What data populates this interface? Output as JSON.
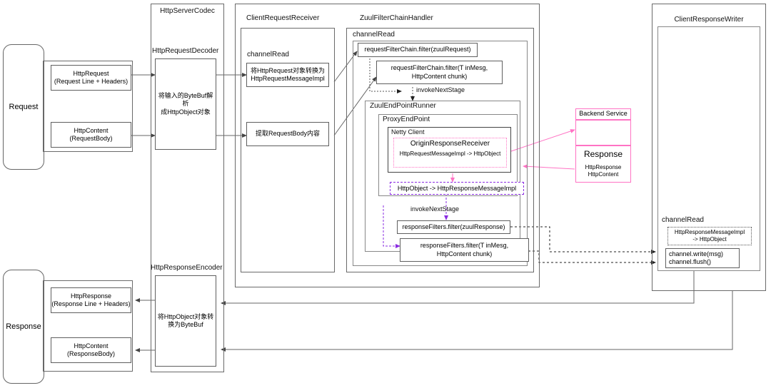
{
  "diagram": {
    "title": "Zuul Netty request/response pipeline",
    "colors": {
      "stroke": "#666666",
      "pink": "#ff73c4",
      "purple": "#8a2be2",
      "dashed_gray": "#555555"
    }
  },
  "request_side": {
    "request_label": "Request",
    "http_request": "HttpRequest\n(Request Line + Headers)",
    "http_content": "HttpContent\n(RequestBody)"
  },
  "response_side": {
    "response_label": "Response",
    "http_response": "HttpResponse\n(Response Line + Headers)",
    "http_content": "HttpContent\n(ResponseBody)"
  },
  "http_server_codec": {
    "title": "HttpServerCodec",
    "request_decoder_title": "HttpRequestDecoder",
    "request_decoder_body": "将输入的ByteBuf解析\n成HttpObject对象",
    "response_encoder_title": "HttpResponseEncoder",
    "response_encoder_body": "将HttpObject对象转\n换为ByteBuf"
  },
  "client_request_receiver": {
    "title": "ClientRequestReceiver",
    "channel_read": "channelRead",
    "convert_box": "将HttpRequest对象转换为\nHttpRequestMessageImpl",
    "extract_box": "提取RequestBody内容"
  },
  "zuul_filter_chain_handler": {
    "title": "ZuulFilterChainHandler",
    "channel_read": "channelRead",
    "request_filter_1": "requestFilterChain.filter(zuulRequest)",
    "request_filter_2": "requestFilterChain.filter(T inMesg,\nHttpContent chunk)",
    "invoke_next_stage_1": "invokeNextStage",
    "endpoint_runner_title": "ZuulEndPointRunner",
    "proxy_endpoint_title": "ProxyEndPoint",
    "netty_client_title": "Netty Client",
    "origin_response_receiver": "OriginResponseReceiver",
    "origin_response_mapping": "HttpRequestMessageImpl -> HttpObject",
    "http_object_to_response": "HttpObject -> HttpResponseMessageImpl",
    "invoke_next_stage_2": "invokeNextStage",
    "response_filter_1": "responseFilters.filter(zuulResponse)",
    "response_filter_2": "responseFilters.filter(T inMesg,\nHttpContent chunk)"
  },
  "backend": {
    "service_label": "Backend Service",
    "response_title": "Response",
    "response_body": "HttpResponse\nHttpContent"
  },
  "client_response_writer": {
    "title": "ClientResponseWriter",
    "channel_read": "channelRead",
    "mapping_box": "HttpResponseMessageImpl\n-> HttpObject",
    "write_box": "channel.write(msg)\nchannel.flush()"
  }
}
